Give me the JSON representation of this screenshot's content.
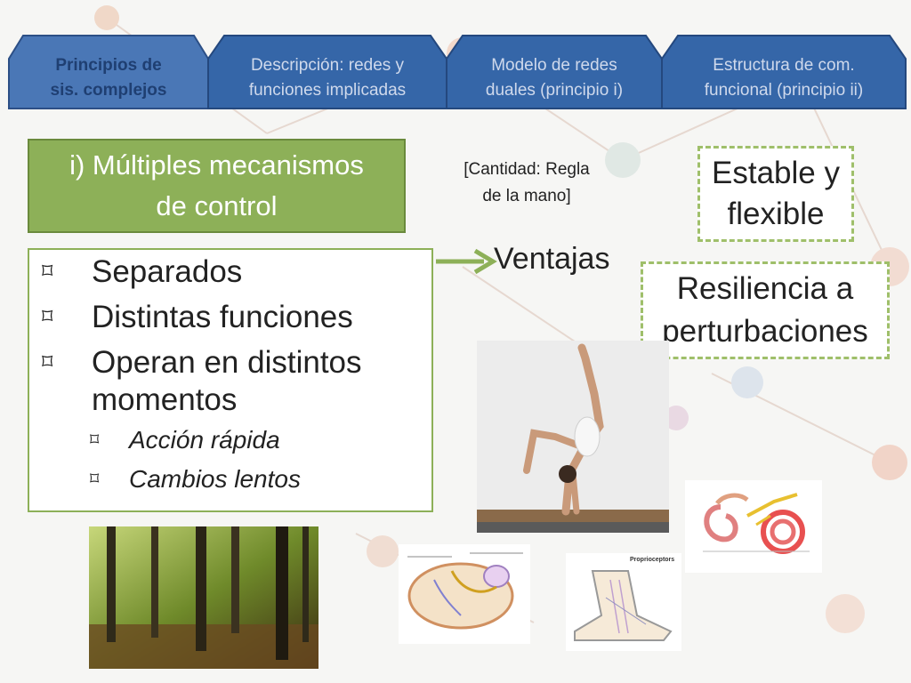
{
  "tabs": [
    {
      "label": "Principios de\nsis. complejos",
      "state": "active"
    },
    {
      "label": "Descripción: redes y\nfunciones implicadas",
      "state": "inactive"
    },
    {
      "label": "Modelo de redes\nduales (principio i)",
      "state": "inactive"
    },
    {
      "label": "Estructura de com.\nfuncional (principio ii)",
      "state": "inactive"
    }
  ],
  "title": "i) Múltiples mecanismos\nde control",
  "bullets": [
    "Separados",
    "Distintas funciones",
    "Operan en distintos momentos"
  ],
  "sub_bullets": [
    "Acción rápida",
    "Cambios lentos"
  ],
  "bullet_glyph": "⌑",
  "note": "[Cantidad: Regla\nde la mano]",
  "advantages_label": "Ventajas",
  "advantages": [
    "Estable y\nflexible",
    "Resiliencia a\nperturbaciones"
  ],
  "figures": [
    {
      "icon": "gymnast-photo"
    },
    {
      "icon": "ear-anatomy-diagram"
    },
    {
      "icon": "forest-photo"
    },
    {
      "icon": "eye-brain-diagram"
    },
    {
      "icon": "foot-proprioceptors-diagram",
      "heading": "Proprioceptors"
    }
  ],
  "colors": {
    "tab_active": "#4a77b6",
    "tab_inactive": "#3566a8",
    "green": "#8db058",
    "green_border": "#6a8a3c"
  }
}
